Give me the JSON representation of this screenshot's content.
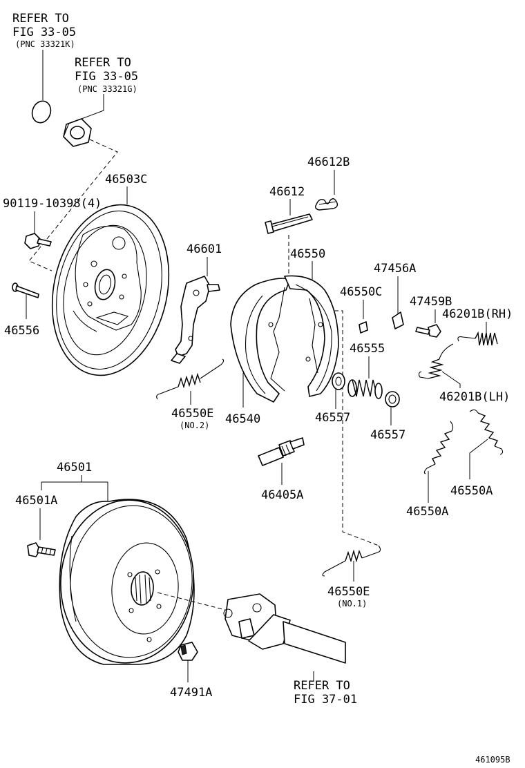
{
  "diagram_id": "461095B",
  "refs": {
    "ref1": {
      "line1": "REFER TO",
      "line2": "FIG 33-05",
      "line3": "(PNC 33321K)"
    },
    "ref2": {
      "line1": "REFER TO",
      "line2": "FIG 33-05",
      "line3": "(PNC 33321G)"
    },
    "ref3": {
      "line1": "REFER TO",
      "line2": "FIG 37-01"
    }
  },
  "parts": {
    "p46503C": "46503C",
    "p90119": "90119-10398(4)",
    "p46556": "46556",
    "p46601": "46601",
    "p46612": "46612",
    "p46612B": "46612B",
    "p46550": "46550",
    "p47456A": "47456A",
    "p46550C": "46550C",
    "p47459B": "47459B",
    "p46201B_RH": "46201B(RH)",
    "p46555": "46555",
    "p46201B_LH": "46201B(LH)",
    "p46550E_no2": "46550E",
    "p46550E_no2_sub": "(NO.2)",
    "p46540": "46540",
    "p46557a": "46557",
    "p46557b": "46557",
    "p46405A": "46405A",
    "p46550A_a": "46550A",
    "p46550A_b": "46550A",
    "p46501": "46501",
    "p46501A": "46501A",
    "p46550E_no1": "46550E",
    "p46550E_no1_sub": "(NO.1)",
    "p47491A": "47491A"
  }
}
